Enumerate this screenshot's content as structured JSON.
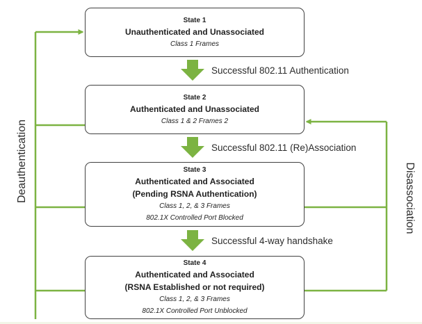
{
  "colors": {
    "arrow_green": "#7cb342",
    "box_border": "#404040",
    "text": "#222222"
  },
  "states": [
    {
      "title": "State 1",
      "name": "Unauthenticated and Unassociated",
      "lines": [
        "Class 1 Frames"
      ]
    },
    {
      "title": "State 2",
      "name": "Authenticated and Unassociated",
      "lines": [
        "Class 1 & 2 Frames 2"
      ]
    },
    {
      "title": "State 3",
      "name": "Authenticated and Associated",
      "qualifier": "(Pending RSNA Authentication)",
      "lines": [
        "Class 1, 2, & 3 Frames",
        "802.1X Controlled Port Blocked"
      ]
    },
    {
      "title": "State 4",
      "name": "Authenticated and Associated",
      "qualifier": "(RSNA Established or not required)",
      "lines": [
        "Class 1, 2, & 3 Frames",
        "802.1X Controlled Port Unblocked"
      ]
    }
  ],
  "transitions": [
    {
      "from": "State 1",
      "to": "State 2",
      "label": "Successful 802.11 Authentication"
    },
    {
      "from": "State 2",
      "to": "State 3",
      "label": "Successful 802.11 (Re)Association"
    },
    {
      "from": "State 3",
      "to": "State 4",
      "label": "Successful 4-way handshake"
    }
  ],
  "return_paths": [
    {
      "label": "Deauthentication",
      "side": "left",
      "target": "State 1"
    },
    {
      "label": "Disassociation",
      "side": "right",
      "target": "State 2"
    }
  ]
}
